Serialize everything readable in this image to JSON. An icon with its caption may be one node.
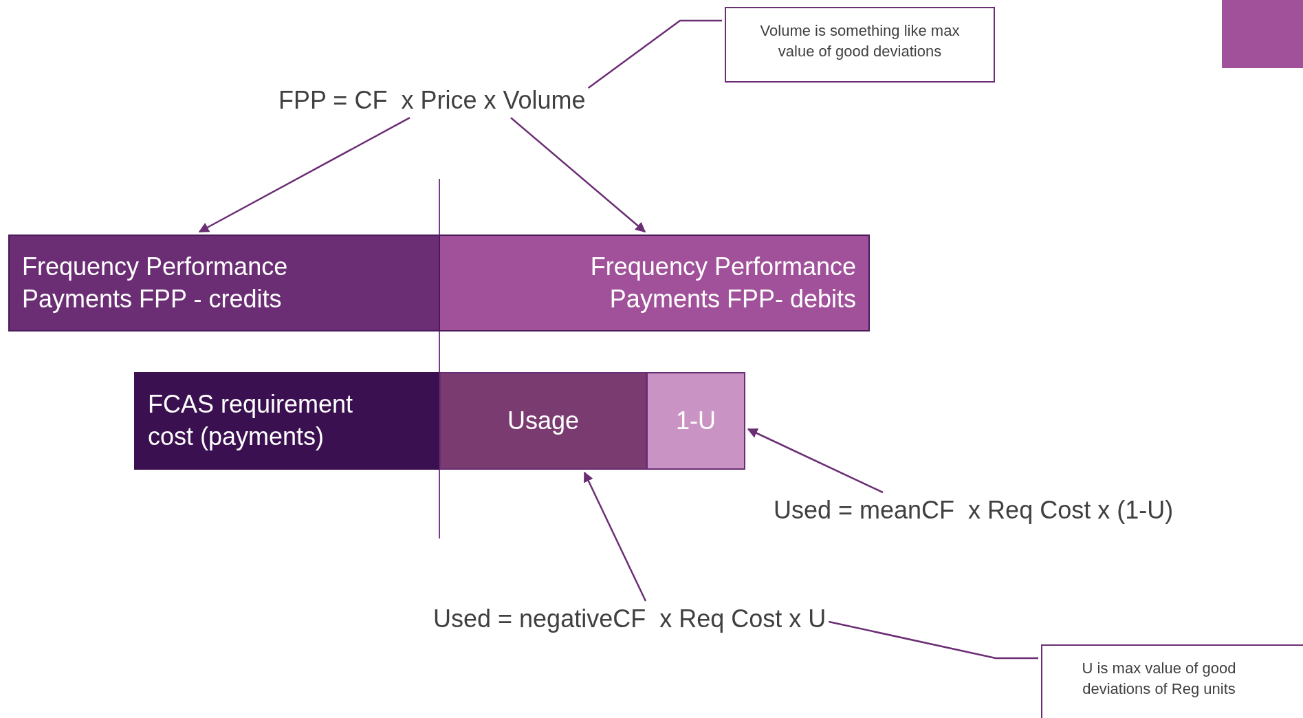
{
  "diagram": {
    "nodes": [
      {
        "text": [
          "FPP = CF  x Price x Volume"
        ]
      },
      {
        "text": [
          "Volume is something like max value of good deviations"
        ]
      },
      {
        "text": [
          "Frequency Performance Payments FPP - credits"
        ]
      },
      {
        "text": [
          "Frequency Performance Payments FPP- debits"
        ]
      },
      {
        "text": [
          "FCAS requirement cost (payments)"
        ]
      },
      {
        "text": [
          "Usage"
        ]
      },
      {
        "text": [
          "1-U"
        ]
      },
      {
        "text": [
          "Used = meanCF  x Req Cost x (1-U)"
        ]
      },
      {
        "text": [
          "Used = negativeCF  x Req Cost x U"
        ]
      },
      {
        "text": [
          "U is max value of good deviations of Reg units"
        ]
      }
    ],
    "edges": [
      {
        "from": 0,
        "to": 2,
        "arrow": "to"
      },
      {
        "from": 0,
        "to": 3,
        "arrow": "to"
      },
      {
        "from": 1,
        "to": 0,
        "arrow": "none"
      },
      {
        "from": 7,
        "to": 6,
        "arrow": "to"
      },
      {
        "from": 8,
        "to": 5,
        "arrow": "to"
      },
      {
        "from": 9,
        "to": 8,
        "arrow": "none"
      }
    ]
  }
}
